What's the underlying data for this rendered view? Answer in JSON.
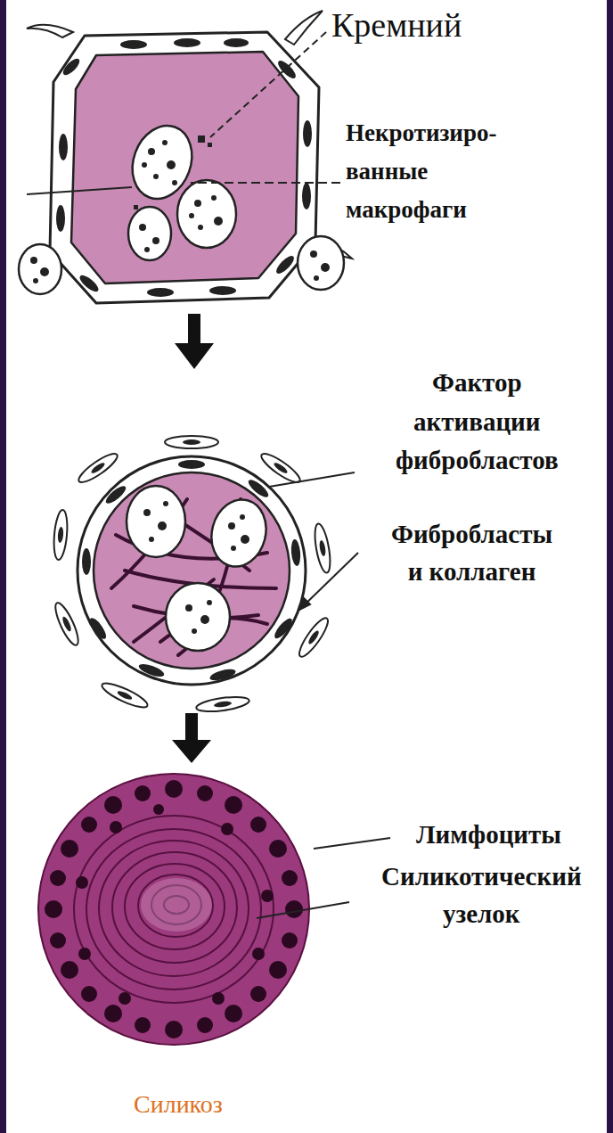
{
  "diagram": {
    "caption": "Силикоз",
    "labels": [
      "Кремний",
      "Некротизиро- ванные макрофаги",
      "Фактор активации фибробластов",
      "Фибробласты и коллаген",
      "Лимфоциты",
      "Силикотический узелок"
    ]
  }
}
